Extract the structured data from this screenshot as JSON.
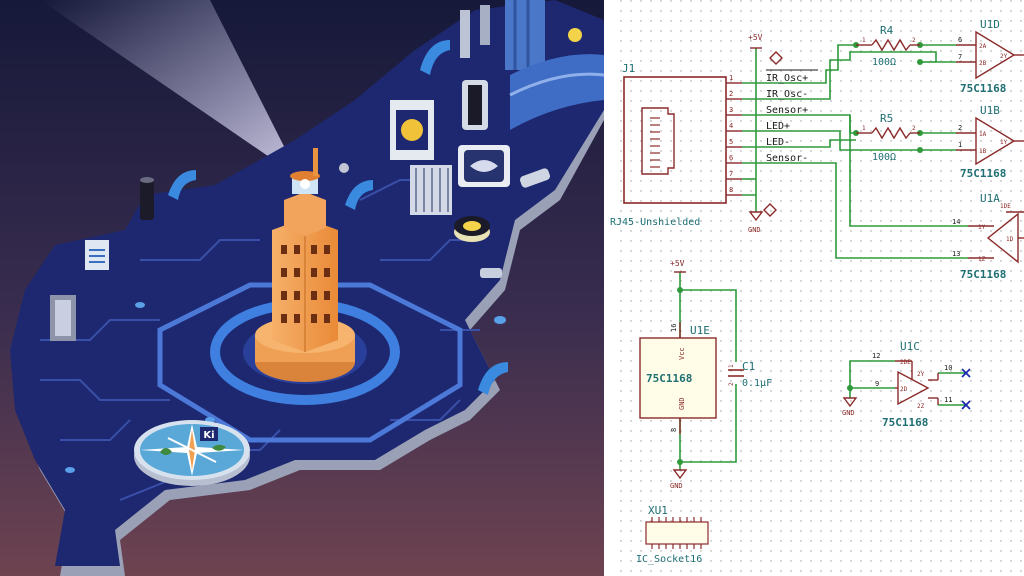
{
  "colors": {
    "wire": "#2e9a3a",
    "part": "#8b2a2a",
    "ref": "#1f6f73",
    "power": "#8b2a2a",
    "noconn": "#1b2bb0",
    "illu_bg_top": "#1a1c3e",
    "illu_bg_bottom": "#6b3f4c",
    "board": "#1f2a6e",
    "tower": "#f39a4a"
  },
  "illustration": {
    "logo_text": "Ki",
    "subject": "isometric circuit-board peninsula with lighthouse tower and compass rose"
  },
  "schematic": {
    "power_label": "+5V",
    "gnd_label": "GND",
    "j1": {
      "ref": "J1",
      "value": "RJ45-Unshielded",
      "pins": [
        "1",
        "2",
        "3",
        "4",
        "5",
        "6",
        "7",
        "8"
      ],
      "nets": [
        "IR_Osc+",
        "IR_Osc-",
        "Sensor+",
        "LED+",
        "LED-",
        "Sensor-"
      ]
    },
    "r4": {
      "ref": "R4",
      "value": "100Ω",
      "pin1": "1",
      "pin2": "2"
    },
    "r5": {
      "ref": "R5",
      "value": "100Ω",
      "pin1": "1",
      "pin2": "2"
    },
    "u1d": {
      "ref": "U1D",
      "value": "75C1168",
      "pins": [
        "6",
        "7",
        "2A",
        "2B",
        "2Y"
      ]
    },
    "u1b": {
      "ref": "U1B",
      "value": "75C1168",
      "pins": [
        "2",
        "1",
        "1A",
        "1B",
        "1Y"
      ]
    },
    "u1a": {
      "ref": "U1A",
      "value": "75C1168",
      "pins": [
        "14",
        "13",
        "1Y",
        "1Z",
        "1DE",
        "1D"
      ]
    },
    "u1e": {
      "ref": "U1E",
      "value": "75C1168",
      "pin_vcc": "Vcc",
      "pin_gnd": "GND",
      "pin_top": "16",
      "pin_bottom": "8"
    },
    "c1": {
      "ref": "C1",
      "value": "0.1μF",
      "pin1": "1",
      "pin2": "2"
    },
    "u1c": {
      "ref": "U1C",
      "value": "75C1168",
      "pins": [
        "12",
        "9",
        "2DE",
        "2D",
        "2Y",
        "2Z",
        "10",
        "11"
      ]
    },
    "xu1": {
      "ref": "XU1",
      "value": "IC_Socket16"
    }
  }
}
